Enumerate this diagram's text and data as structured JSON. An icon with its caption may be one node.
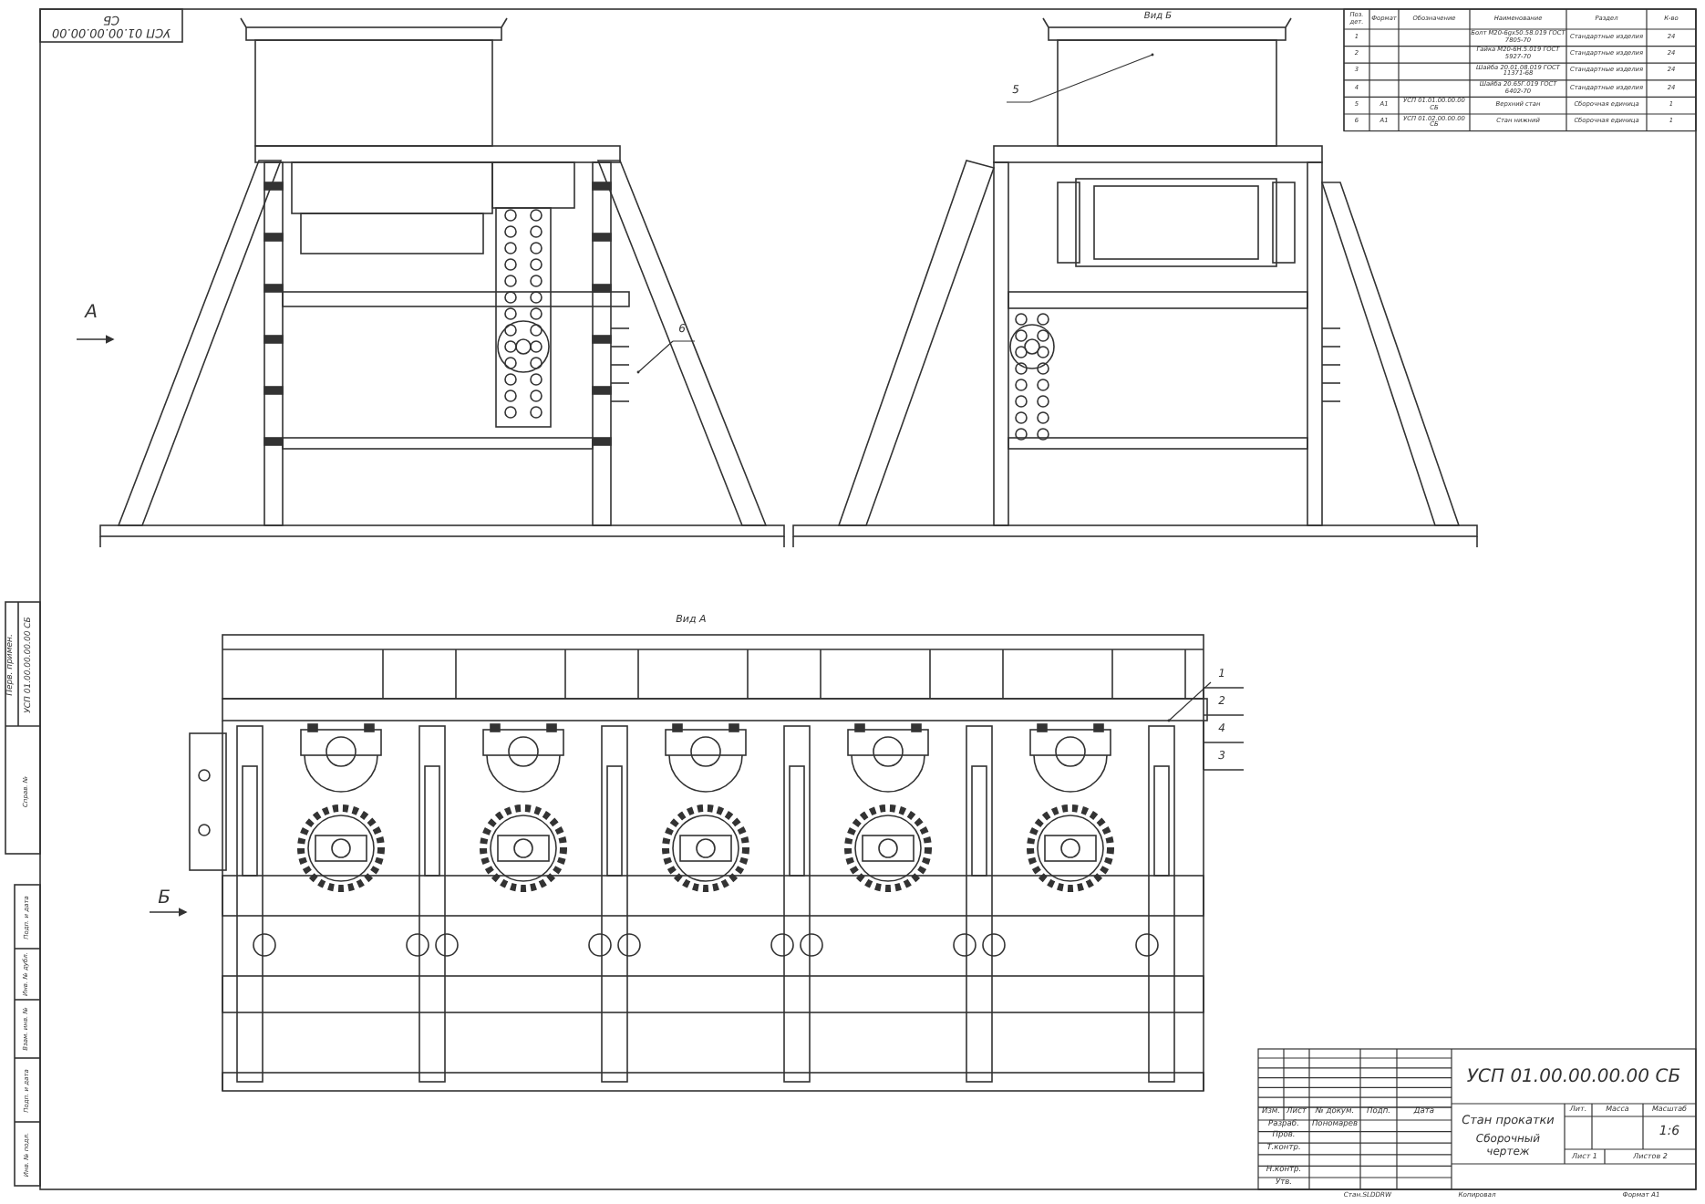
{
  "diagram": {
    "nodes": [
      {
        "text": [
          "5"
        ]
      },
      {
        "text": [
          "6"
        ]
      },
      {
        "text": [
          "1"
        ]
      }
    ],
    "edges": [
      {
        "from": 0,
        "to": null,
        "arrow": "other"
      },
      {
        "from": 1,
        "to": null,
        "arrow": "other"
      },
      {
        "from": 2,
        "to": null,
        "arrow": "other"
      }
    ],
    "labels": [
      "УСП 01.00.00.00.00 СБ",
      "Вид Б",
      "Поз. дет.",
      "Формат",
      "Обозначение",
      "Наименование",
      "Раздел",
      "К-во",
      "1",
      "Болт М20-6gx50.58.019 ГОСТ 7805-70",
      "Стандартные изделия",
      "24",
      "2",
      "Гайка М20-6Н.5.019 ГОСТ 5927-70",
      "Стандартные изделия",
      "24",
      "3",
      "Шайба 20.01.08.019 ГОСТ 11371-68",
      "Стандартные изделия",
      "24",
      "4",
      "Шайба 20.65Г.019 ГОСТ 6402-70",
      "Стандартные изделия",
      "24",
      "5",
      "А1",
      "УСП 01.01.00.00.00 СБ",
      "Верхний стан",
      "Сборочная единица",
      "1",
      "6",
      "А1",
      "УСП 01.02.00.00.00 СБ",
      "Стан нижний",
      "Сборочная единица",
      "1",
      "А",
      "Вид А",
      "2",
      "4",
      "3",
      "Б",
      "Перв. примен.",
      "УСП 01.00.00.00.00 СБ",
      "Справ. №",
      "Подп. и дата",
      "Инв. № дубл.",
      "Взам. инв. №",
      "Подп. и дата",
      "Инв. № подл.",
      "УСП 01.00.00.00.00 СБ",
      "Изм.",
      "Лист",
      "№ докум.",
      "Подп.",
      "Дата",
      "Разраб.",
      "Пономарев",
      "Пров.",
      "Т.контр.",
      "Н.контр.",
      "Утв.",
      "Стан прокатки",
      "Сборочный чертеж",
      "Лит.",
      "Масса",
      "Масштаб",
      "1:6",
      "Лист 1",
      "Листов 2",
      "Стан.SLDDRW",
      "Копировал",
      "Формат А1"
    ]
  }
}
